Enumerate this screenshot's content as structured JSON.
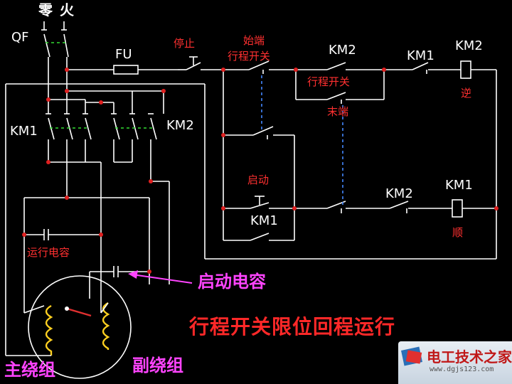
{
  "labels": {
    "neutral": "零",
    "live": "火",
    "breaker": "QF",
    "fuse": "FU",
    "stop": "停止",
    "start_end_switch_1": "始端",
    "start_end_switch_2": "行程开关",
    "km2_top": "KM2",
    "km1_top": "KM1",
    "km2_coil": "KM2",
    "reverse": "逆",
    "limit_switch": "行程开关",
    "end_switch": "末端",
    "km1_left": "KM1",
    "km2_left": "KM2",
    "start": "启动",
    "km1_hold": "KM1",
    "km2_mid": "KM2",
    "km1_coil": "KM1",
    "forward": "顺",
    "run_capacitor": "运行电容",
    "start_capacitor": "启动电容",
    "title": "行程开关限位回程运行",
    "main_winding": "主绕组",
    "aux_winding": "副绕组"
  },
  "logo": {
    "name": "电工技术之家",
    "url": "www.dgjs123.com"
  },
  "colors": {
    "background": "#000000",
    "wire": "#ffffff",
    "node": "#e02020",
    "winding": "#ffd020",
    "title": "#ff2828",
    "annotation": "#ff44ff",
    "interlock": "#33dd33",
    "mechanical_link": "#4488ff"
  }
}
